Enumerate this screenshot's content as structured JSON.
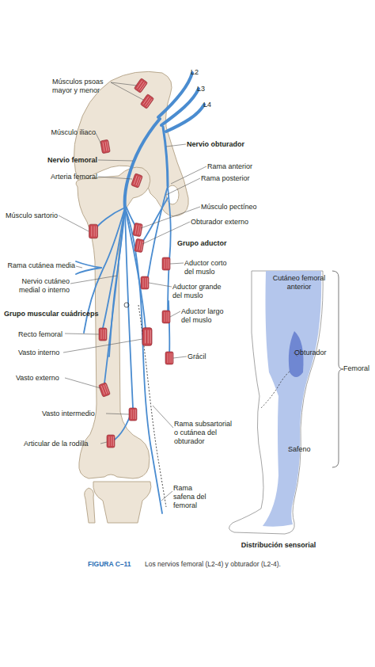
{
  "diagram": {
    "caption": "Los nervios femoral (L2-4) y obturador (L2-4).",
    "labels": [
      "L2",
      "L3",
      "L4",
      "Músculos psoas mayor y menor",
      "Músculo iliaco",
      "Nervio obturador",
      "Nervio femoral",
      "Rama anterior",
      "Arteria femoral",
      "Rama posterior",
      "Músculo sartorio",
      "Músculo pectíneo",
      "Obturador externo",
      "Grupo aductor",
      "Rama cutánea media",
      "Aductor corto del muslo",
      "Nervio cutáneo medial o interno",
      "Aductor grande del muslo",
      "Grupo muscular cuádriceps",
      "Aductor largo del muslo",
      "Recto femoral",
      "Vasto interno",
      "Grácil",
      "Vasto externo",
      "Vasto intermedio",
      "Rama subsartorial o cutánea del obturador",
      "Articular de la rodilla",
      "Rama safena del femoral",
      "Cutáneo femoral anterior",
      "Obturador",
      "Femoral",
      "Safeno",
      "Distribución sensorial",
      "FIGURA C–11"
    ]
  }
}
